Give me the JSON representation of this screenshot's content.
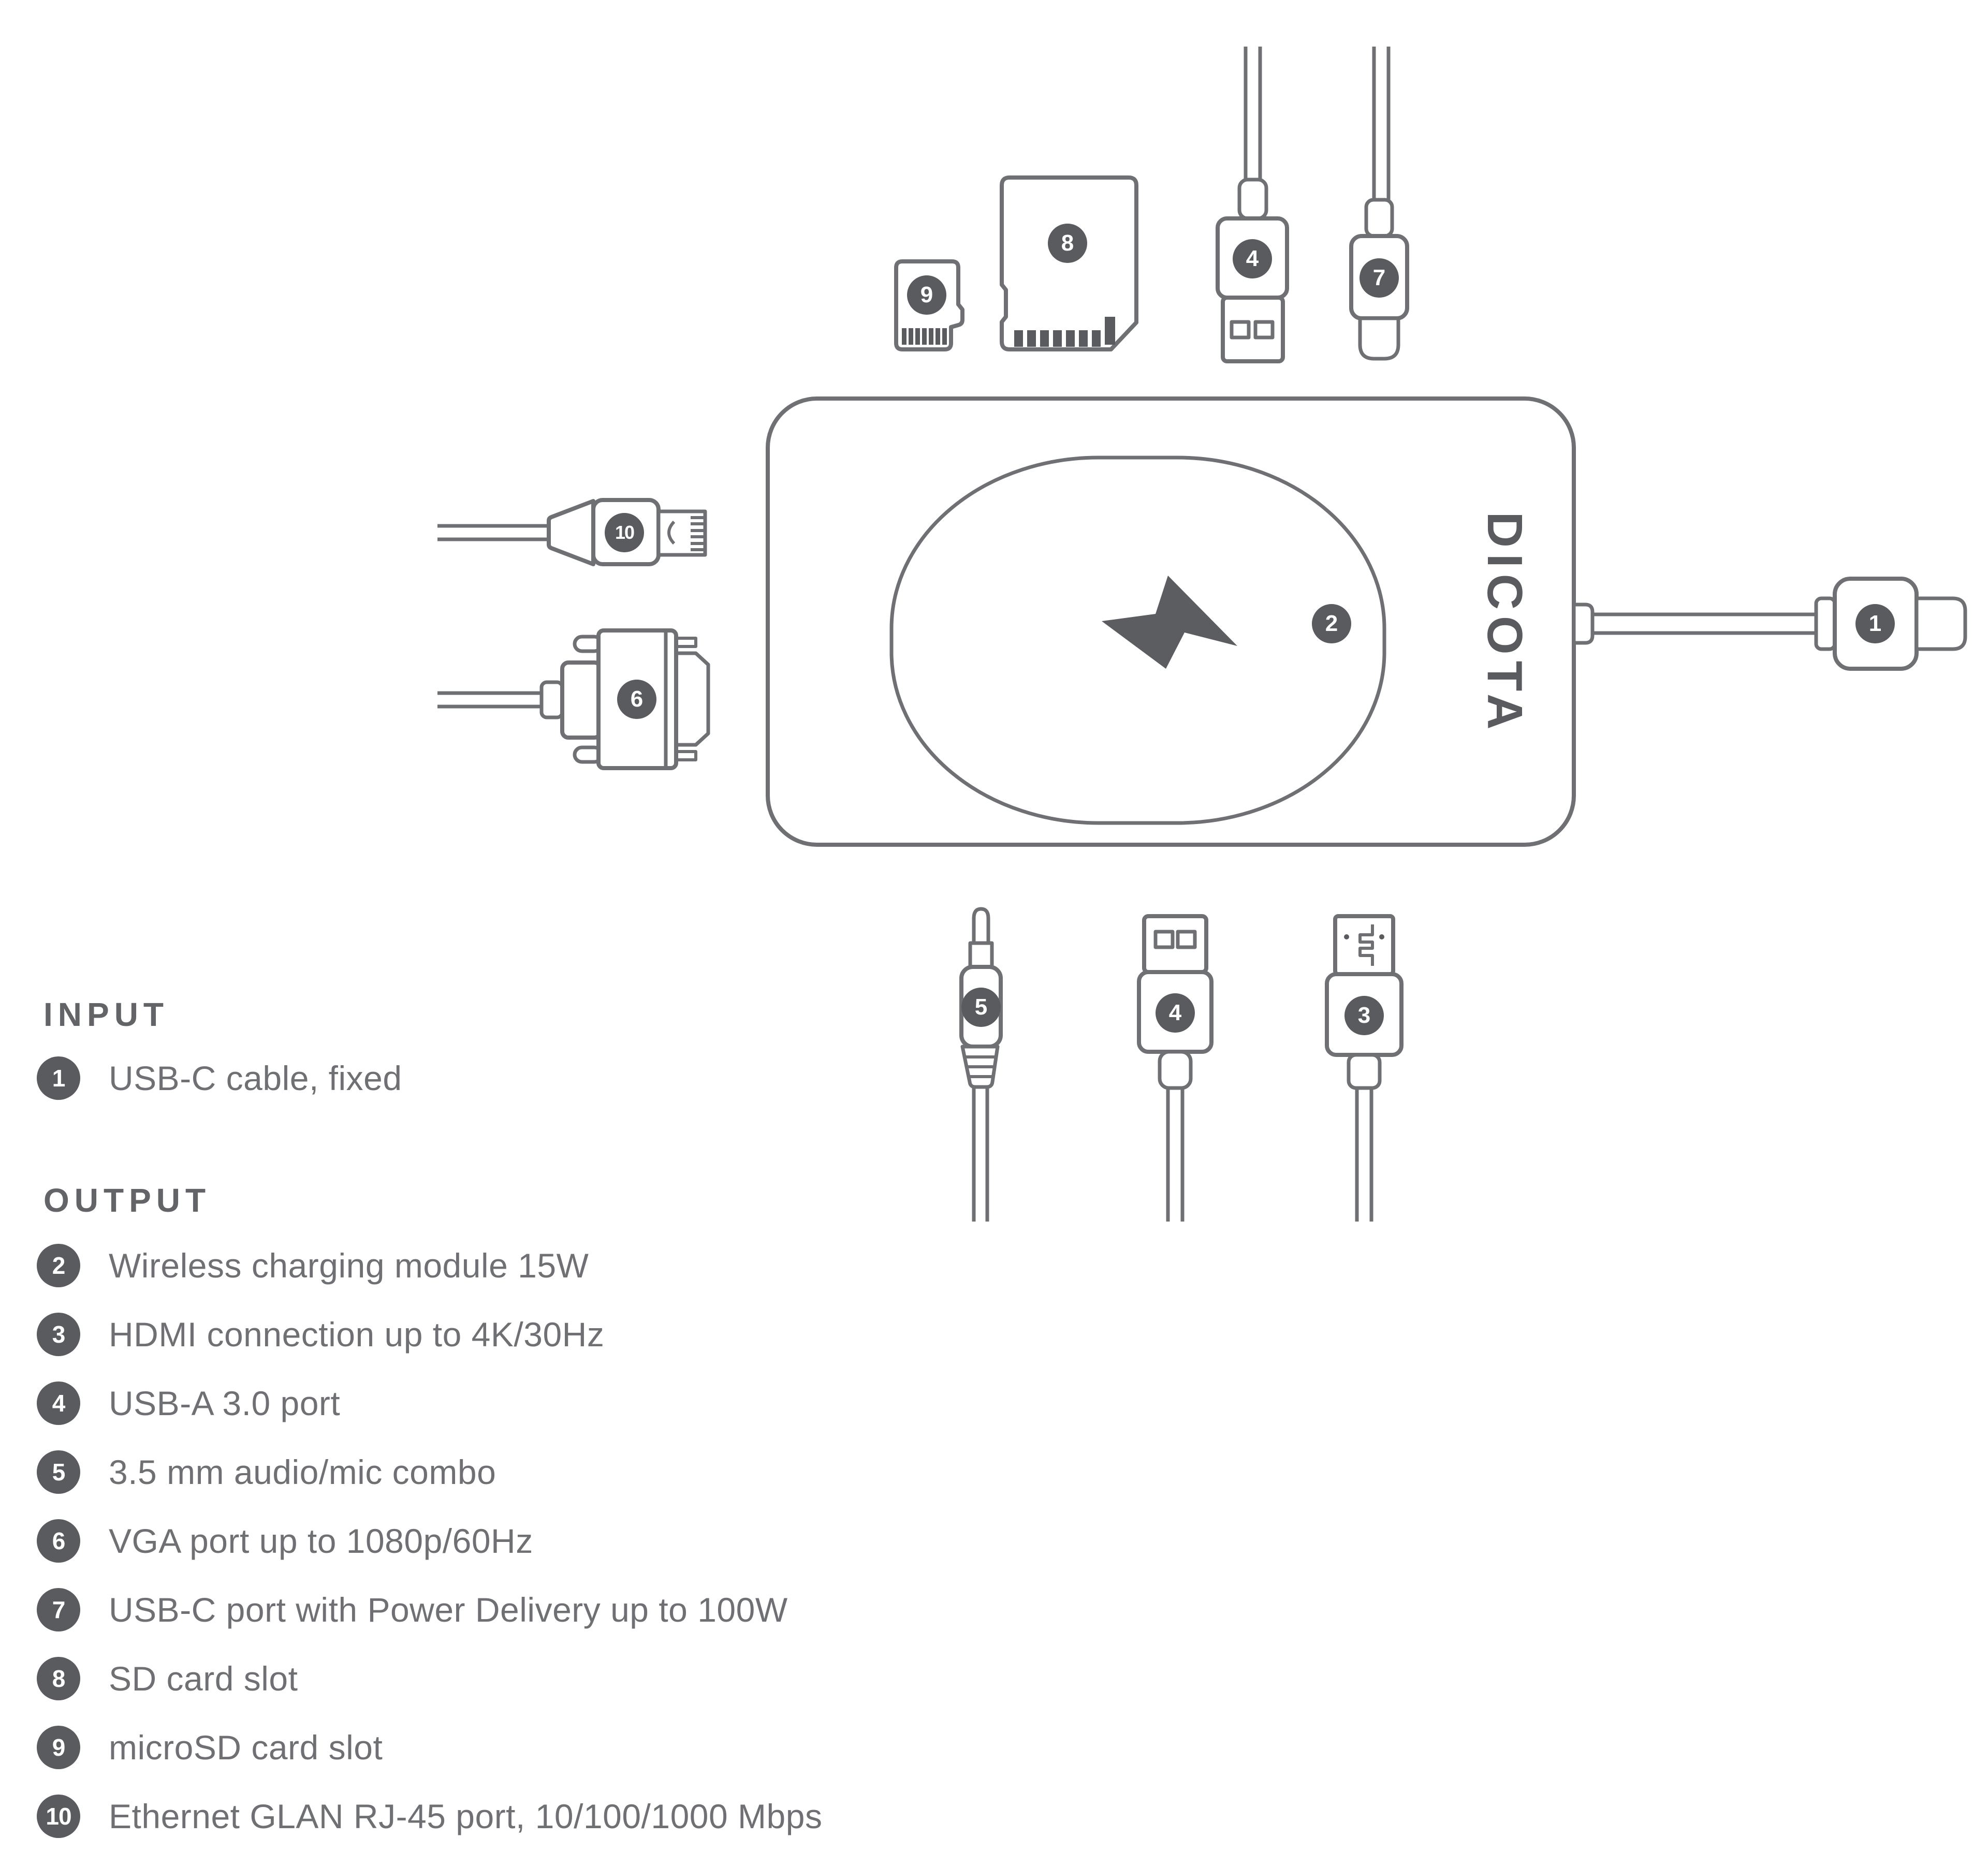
{
  "brand": {
    "logo_text": "DICOTA"
  },
  "colors": {
    "outline": "#6f7074",
    "solid_dark": "#595b5f",
    "text": "#6f7074",
    "background": "#ffffff"
  },
  "diagram": {
    "badge_values": {
      "b1": "1",
      "b2": "2",
      "b3": "3",
      "b4_top": "4",
      "b4_bottom": "4",
      "b5": "5",
      "b6": "6",
      "b7": "7",
      "b8": "8",
      "b9": "9",
      "b10": "10"
    }
  },
  "legend": {
    "input_title": "INPUT",
    "output_title": "OUTPUT",
    "input_rows": [
      {
        "num": "1",
        "label": "USB-C cable, fixed"
      }
    ],
    "output_rows": [
      {
        "num": "2",
        "label": "Wireless charging module 15W"
      },
      {
        "num": "3",
        "label": "HDMI connection up to 4K/30Hz"
      },
      {
        "num": "4",
        "label": "USB-A 3.0 port"
      },
      {
        "num": "5",
        "label": "3.5 mm audio/mic combo"
      },
      {
        "num": "6",
        "label": "VGA port up to 1080p/60Hz"
      },
      {
        "num": "7",
        "label": "USB-C port with Power Delivery up to 100W"
      },
      {
        "num": "8",
        "label": "SD card slot"
      },
      {
        "num": "9",
        "label": "microSD card slot"
      },
      {
        "num": "10",
        "label": "Ethernet GLAN RJ-45 port, 10/100/1000 Mbps"
      }
    ]
  }
}
